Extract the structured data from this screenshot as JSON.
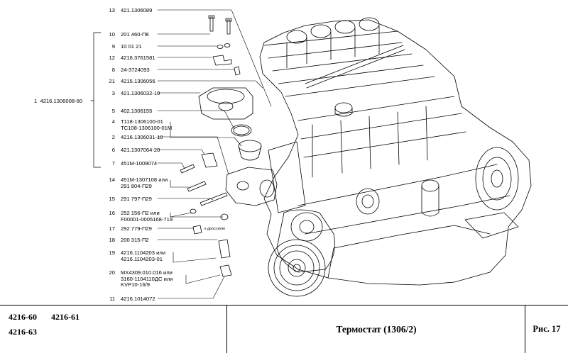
{
  "assembly": {
    "number": "1",
    "code": "4216.1306008-60"
  },
  "parts": [
    {
      "num": "13",
      "lines": [
        "421.1306089"
      ]
    },
    {
      "num": "10",
      "lines": [
        "201 460-П8"
      ]
    },
    {
      "num": "9",
      "lines": [
        "10 01 21"
      ]
    },
    {
      "num": "12",
      "lines": [
        "4216.3761581"
      ]
    },
    {
      "num": "8",
      "lines": [
        "24-3724093"
      ]
    },
    {
      "num": "21",
      "lines": [
        "4215.1306056"
      ]
    },
    {
      "num": "3",
      "lines": [
        "421.1306032-10"
      ]
    },
    {
      "num": "5",
      "lines": [
        "402.1306155"
      ]
    },
    {
      "num": "4",
      "lines": [
        "Т118-1306100-01",
        "ТС108-1306100-01М"
      ]
    },
    {
      "num": "2",
      "lines": [
        "4216.1306031-10"
      ]
    },
    {
      "num": "6",
      "lines": [
        "421.1307064-20"
      ]
    },
    {
      "num": "7",
      "lines": [
        "451М-1009074"
      ]
    },
    {
      "num": "14",
      "lines": [
        "451М-1307108 или",
        "291 804-П29"
      ]
    },
    {
      "num": "15",
      "lines": [
        "291 797-П29"
      ]
    },
    {
      "num": "16",
      "lines": [
        "252 156-П2 или",
        "F00001-0005168-719"
      ]
    },
    {
      "num": "17",
      "lines": [
        "292 779-П29"
      ]
    },
    {
      "num": "18",
      "lines": [
        "200 315-П2"
      ]
    },
    {
      "num": "19",
      "lines": [
        "4216.1104203 или",
        "4216.1104203-01"
      ]
    },
    {
      "num": "20",
      "lines": [
        "МХ4309.010.016 или",
        "3160-1104110ДС или",
        "KVP10-16/9"
      ]
    },
    {
      "num": "11",
      "lines": [
        "4216.1014072"
      ]
    }
  ],
  "annotation": "к дросселю",
  "footer": {
    "models": [
      "4216-60",
      "4216-61",
      "4216-63"
    ],
    "title": "Термостат (1306/2)",
    "figure": "Рис. 17"
  }
}
